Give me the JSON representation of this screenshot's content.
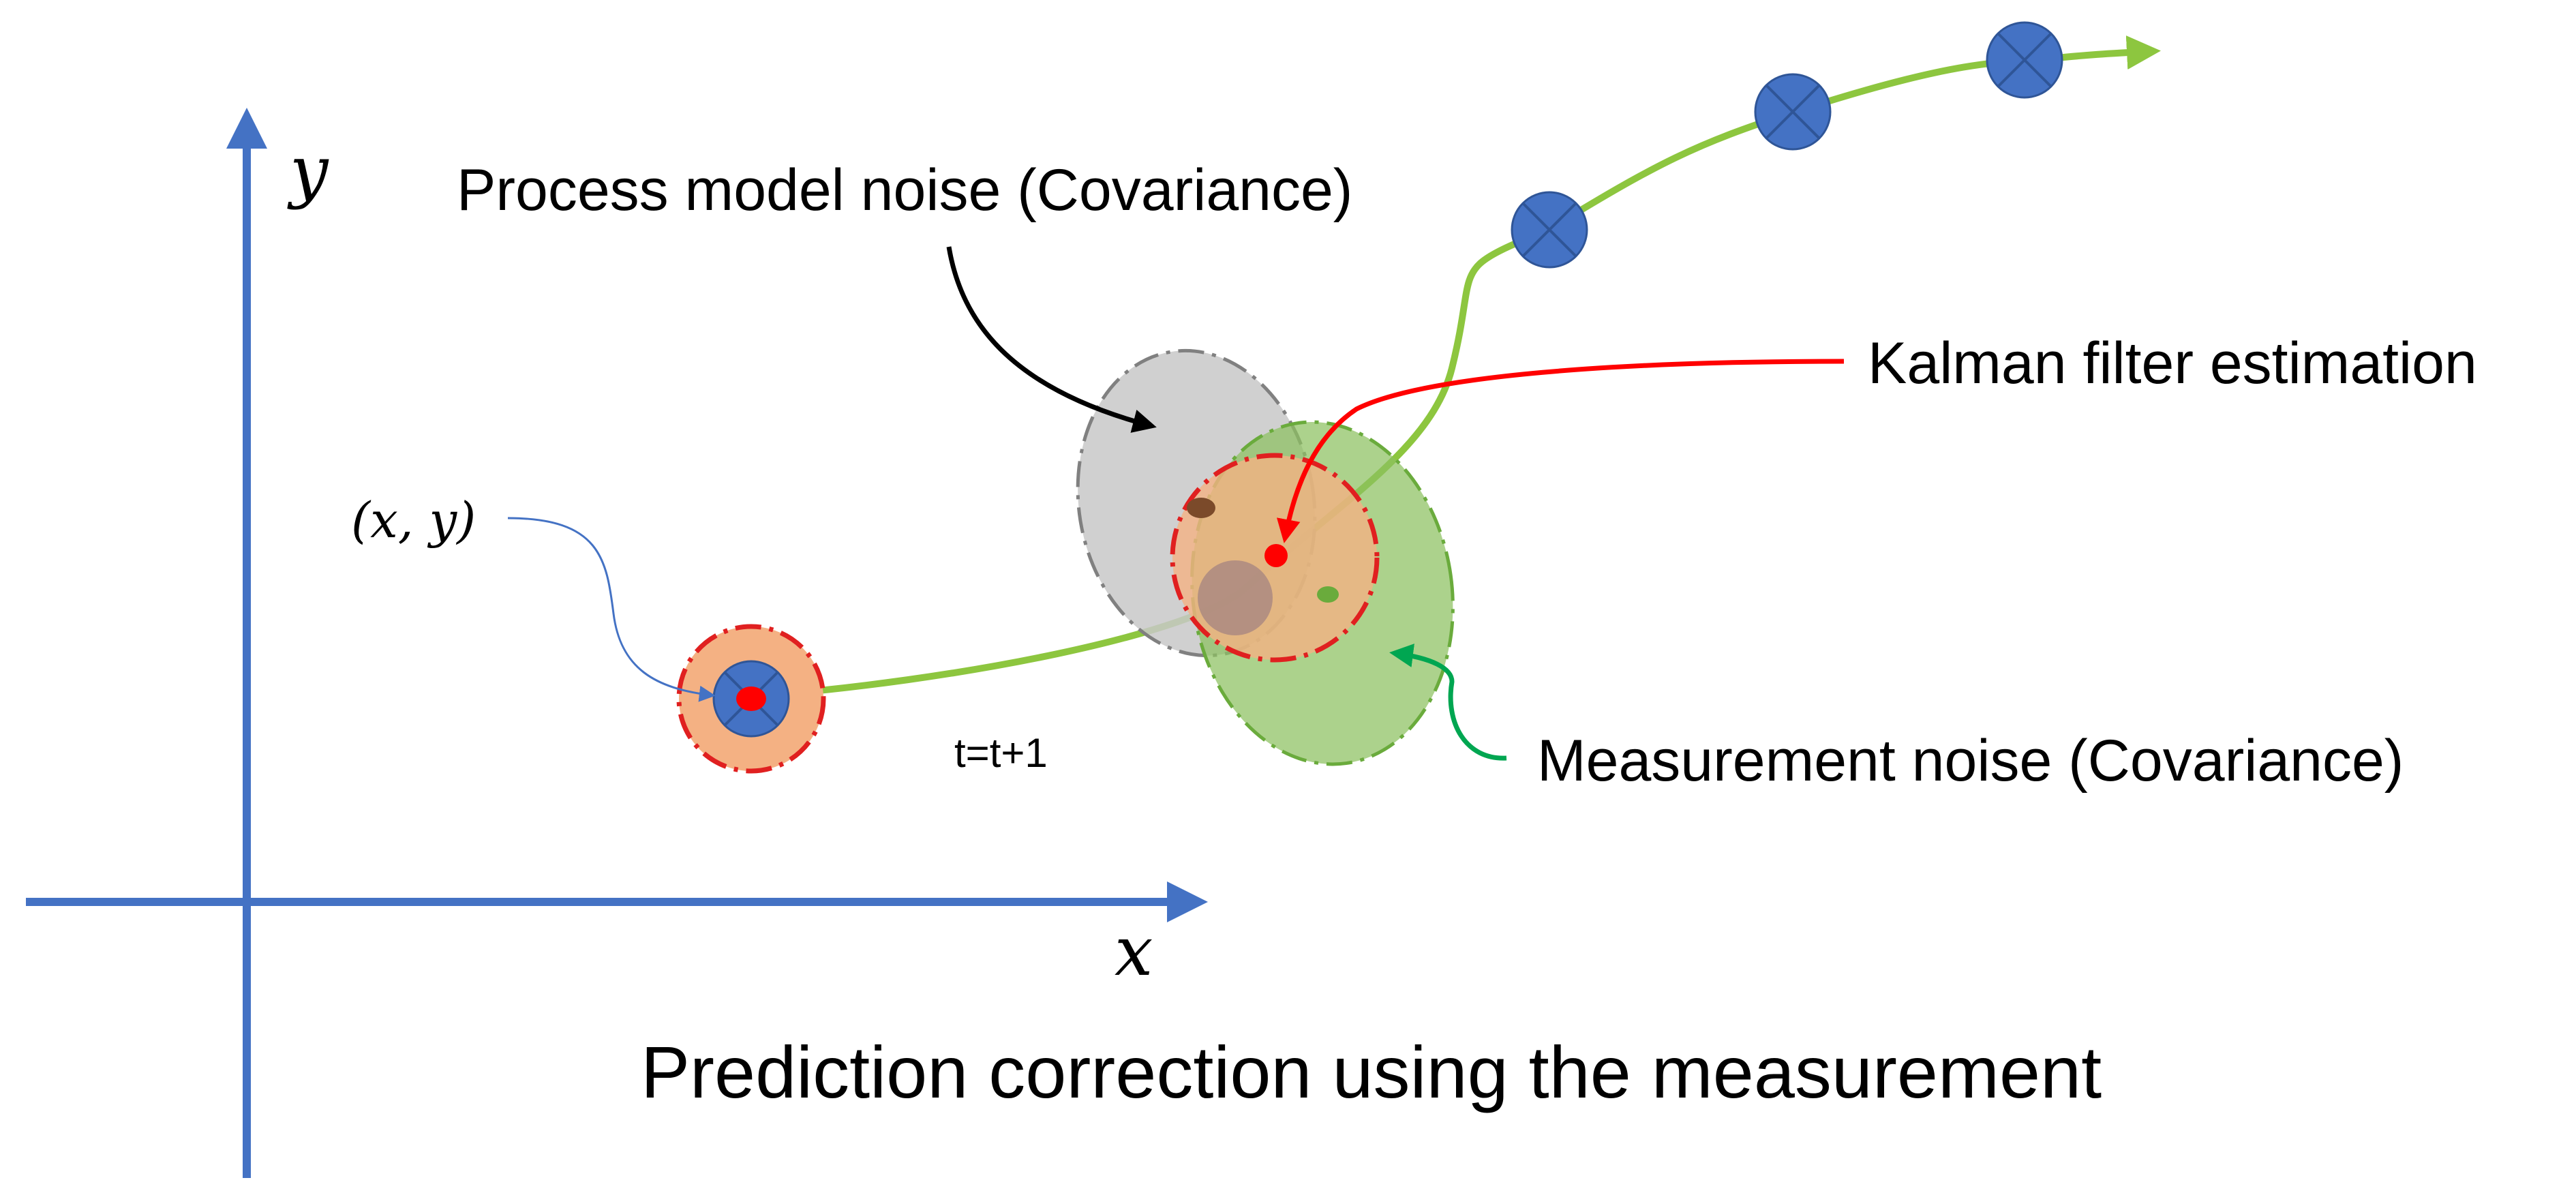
{
  "axes": {
    "x_label": "x",
    "y_label": "y"
  },
  "labels": {
    "point": "(x, y)",
    "time_step": "t=t+1",
    "process_noise": "Process model noise (Covariance)",
    "kalman_estimate": "Kalman filter estimation",
    "measurement_noise": "Measurement noise (Covariance)",
    "caption": "Prediction correction using the measurement"
  },
  "colors": {
    "axis": "#4472C4",
    "trajectory": "#8DC63F",
    "marker": "#4472C4",
    "estimate_covariance_fill": "#F4B183",
    "estimate_covariance_stroke": "#E02020",
    "process_noise_fill": "#C8C8C8",
    "measurement_noise_fill": "#8CC060",
    "kalman_arrow": "#FF0000",
    "measurement_arrow": "#00A651",
    "process_arrow": "#000000",
    "point_arrow": "#4472C4"
  }
}
